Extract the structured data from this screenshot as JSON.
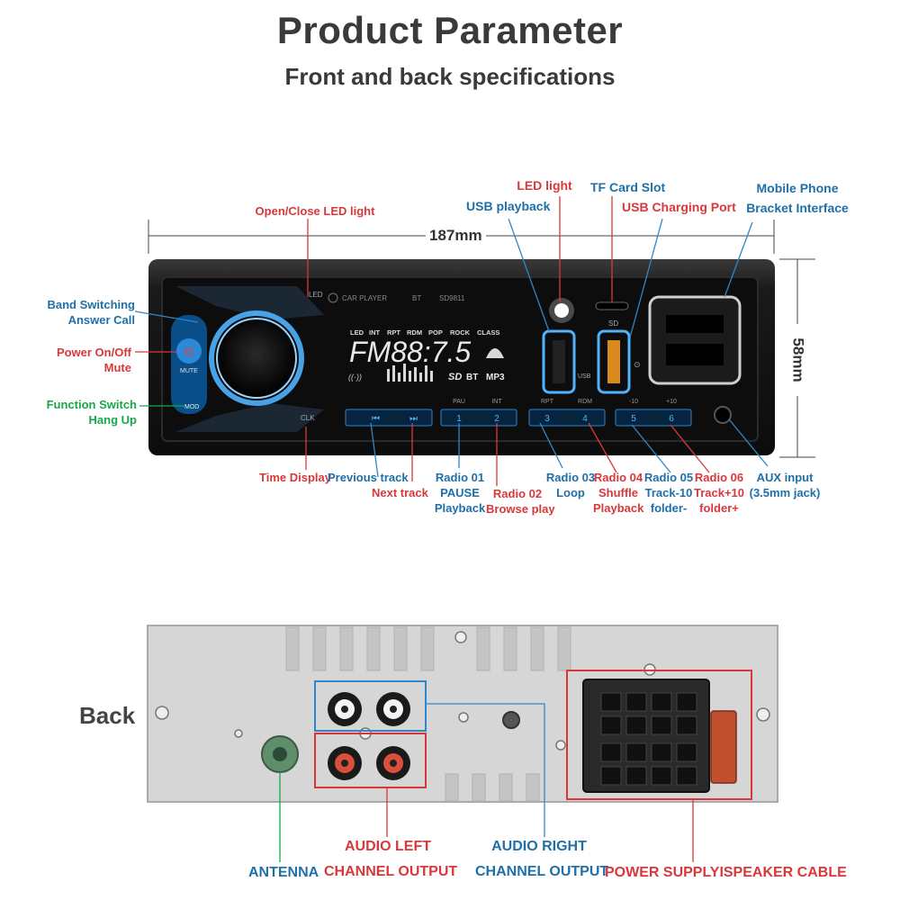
{
  "header": {
    "title": "Product Parameter",
    "subtitle": "Front and back specifications"
  },
  "dimensions": {
    "width": "187mm",
    "height": "58mm"
  },
  "front_panel": {
    "brand": "CAR PLAYER",
    "bt_tag": "BT",
    "model": "SD9811",
    "mode_row": [
      "LED",
      "INT",
      "RPT",
      "RDM",
      "POP",
      "ROCK",
      "CLASS"
    ],
    "display_text": "FM88:7.5",
    "display_icons": [
      "SD",
      "BT",
      "MP3"
    ],
    "keys": [
      "1",
      "2",
      "3",
      "4",
      "5",
      "6"
    ],
    "key_labels": [
      "PAU",
      "INT",
      "RPT",
      "RDM",
      "-10",
      "+10"
    ],
    "prev_symbol": "⏮",
    "next_symbol": "⏭",
    "mute_label": "MUTE",
    "mod_label": "MOD",
    "led_label": "LED",
    "clk_label": "CLK",
    "sd_label": "SD",
    "usb_label": "USB"
  },
  "callouts": {
    "open_close_led": "Open/Close LED light",
    "led_light": "LED light",
    "usb_playback": "USB playback",
    "tf_card_slot": "TF Card Slot",
    "usb_charging_port": "USB Charging Port",
    "mobile_phone_1": "Mobile Phone",
    "mobile_phone_2": "Bracket Interface",
    "band_switching_1": "Band Switching",
    "band_switching_2": "Answer Call",
    "power_1": "Power On/Off",
    "power_2": "Mute",
    "function_1": "Function Switch",
    "function_2": "Hang Up",
    "time_display": "Time Display",
    "previous_track": "Previous track",
    "next_track": "Next track",
    "radio01_1": "Radio 01",
    "radio01_2": "PAUSE",
    "radio01_3": "Playback",
    "radio02_1": "Radio 02",
    "radio02_2": "Browse play",
    "radio03_1": "Radio 03",
    "radio03_2": "Loop",
    "radio04_1": "Radio 04",
    "radio04_2": "Shuffle",
    "radio04_3": "Playback",
    "radio05_1": "Radio 05",
    "radio05_2": "Track-10",
    "radio05_3": "folder-",
    "radio06_1": "Radio 06",
    "radio06_2": "Track+10",
    "radio06_3": "folder+",
    "aux_1": "AUX input",
    "aux_2": "(3.5mm jack)"
  },
  "back": {
    "label": "Back",
    "antenna": "ANTENNA",
    "audio_left_1": "AUDIO LEFT",
    "audio_left_2": "CHANNEL OUTPUT",
    "audio_right_1": "AUDIO RIGHT",
    "audio_right_2": "CHANNEL OUTPUT",
    "power_cable": "POWER SUPPLYISPEAKER CABLE"
  },
  "colors": {
    "red": "#d9383a",
    "blue": "#1f6fa8",
    "green": "#18a84a",
    "panel": "#141414",
    "backplate": "#d9d9d9",
    "accent_glow": "#4fb3ff"
  }
}
